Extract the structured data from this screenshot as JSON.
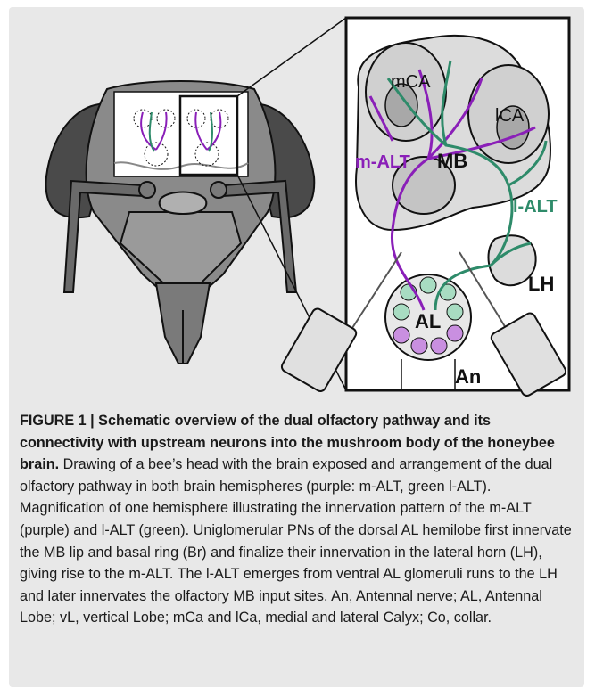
{
  "figure": {
    "labels": {
      "mca": "mCA",
      "lca": "lCA",
      "mb": "MB",
      "m_alt": "m-ALT",
      "l_alt": "l-ALT",
      "lh": "LH",
      "al": "AL",
      "an": "An"
    },
    "colors": {
      "m_alt": "#8a1fb8",
      "l_alt": "#2e8b6a",
      "m_alt_fill": "#c98fe0",
      "l_alt_fill": "#a8dcc2",
      "background": "#e8e8e8",
      "brain_gray": "#dcdcdc",
      "dark_gray": "#555555"
    },
    "caption": {
      "lead": "FIGURE 1 | Schematic overview of the dual olfactory pathway and its connectivity with upstream neurons into the mushroom body of the honeybee brain.",
      "body": " Drawing of a bee’s head with the brain exposed and arrangement of the dual olfactory pathway in both brain hemispheres (purple: m-ALT, green l-ALT). Magnification of one hemisphere illustrating the innervation pattern of the m-ALT (purple) and l-ALT (green). Uniglomerular PNs of the dorsal AL hemilobe first innervate the MB lip and basal ring (Br) and finalize their innervation in the lateral horn (LH), giving rise to the m-ALT. The l-ALT emerges from ventral AL glomeruli runs to the LH and later innervates the olfactory MB input sites. An, Antennal nerve; AL, Antennal Lobe; vL, vertical Lobe; mCa and lCa, medial and lateral Calyx; Co, collar."
    }
  }
}
